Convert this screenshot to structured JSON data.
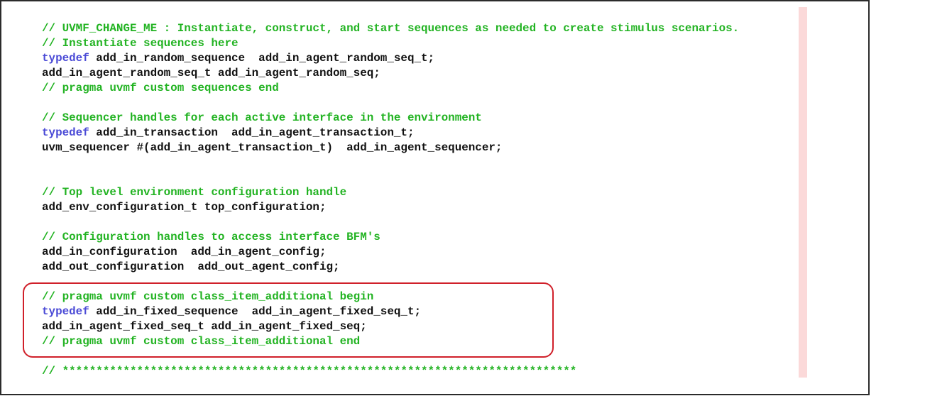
{
  "code_lines": [
    {
      "segments": [
        {
          "kind": "comment",
          "text": "// UVMF_CHANGE_ME : Instantiate, construct, and start sequences as needed to create stimulus scenarios."
        }
      ]
    },
    {
      "segments": [
        {
          "kind": "comment",
          "text": "// Instantiate sequences here"
        }
      ]
    },
    {
      "segments": [
        {
          "kind": "kw",
          "text": "typedef"
        },
        {
          "kind": "plain",
          "text": " add_in_random_sequence  add_in_agent_random_seq_t;"
        }
      ]
    },
    {
      "segments": [
        {
          "kind": "plain",
          "text": "add_in_agent_random_seq_t add_in_agent_random_seq;"
        }
      ]
    },
    {
      "segments": [
        {
          "kind": "comment",
          "text": "// pragma uvmf custom sequences end"
        }
      ]
    },
    {
      "segments": []
    },
    {
      "segments": [
        {
          "kind": "comment",
          "text": "// Sequencer handles for each active interface in the environment"
        }
      ]
    },
    {
      "segments": [
        {
          "kind": "kw",
          "text": "typedef"
        },
        {
          "kind": "plain",
          "text": " add_in_transaction  add_in_agent_transaction_t;"
        }
      ]
    },
    {
      "segments": [
        {
          "kind": "plain",
          "text": "uvm_sequencer #(add_in_agent_transaction_t)  add_in_agent_sequencer;"
        }
      ]
    },
    {
      "segments": []
    },
    {
      "segments": []
    },
    {
      "segments": [
        {
          "kind": "comment",
          "text": "// Top level environment configuration handle"
        }
      ]
    },
    {
      "segments": [
        {
          "kind": "plain",
          "text": "add_env_configuration_t top_configuration;"
        }
      ]
    },
    {
      "segments": []
    },
    {
      "segments": [
        {
          "kind": "comment",
          "text": "// Configuration handles to access interface BFM's"
        }
      ]
    },
    {
      "segments": [
        {
          "kind": "plain",
          "text": "add_in_configuration  add_in_agent_config;"
        }
      ]
    },
    {
      "segments": [
        {
          "kind": "plain",
          "text": "add_out_configuration  add_out_agent_config;"
        }
      ]
    },
    {
      "segments": []
    },
    {
      "segments": [
        {
          "kind": "comment",
          "text": "// pragma uvmf custom class_item_additional begin"
        }
      ]
    },
    {
      "segments": [
        {
          "kind": "kw",
          "text": "typedef"
        },
        {
          "kind": "plain",
          "text": " add_in_fixed_sequence  add_in_agent_fixed_seq_t;"
        }
      ]
    },
    {
      "segments": [
        {
          "kind": "plain",
          "text": "add_in_agent_fixed_seq_t add_in_agent_fixed_seq;"
        }
      ]
    },
    {
      "segments": [
        {
          "kind": "comment",
          "text": "// pragma uvmf custom class_item_additional end"
        }
      ]
    },
    {
      "segments": []
    },
    {
      "segments": [
        {
          "kind": "comment",
          "text": "// ****************************************************************************"
        }
      ]
    }
  ],
  "colors": {
    "comment": "#22b322",
    "keyword": "#4a4ad6",
    "plain": "#111111",
    "highlight_border": "#d0202a",
    "margin_guide": "#fbd9d9"
  }
}
